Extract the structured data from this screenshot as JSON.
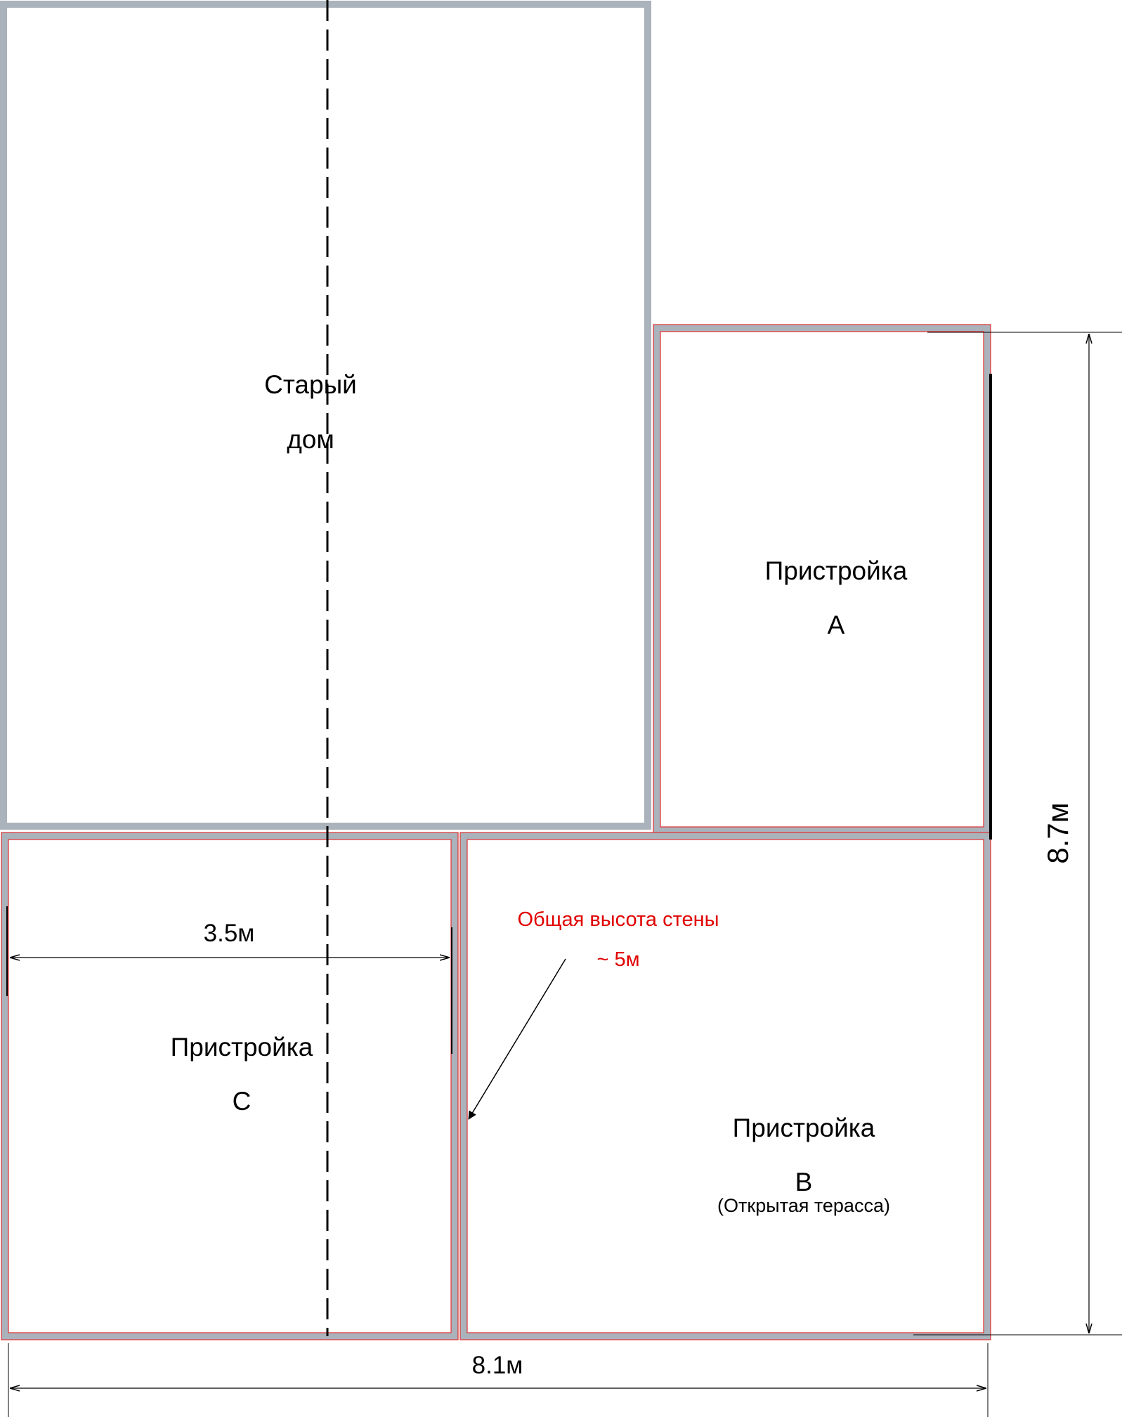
{
  "diagram": {
    "colors": {
      "outer_wall": "#aab2bb",
      "red_outline": "#e03030",
      "note_text": "#e00000",
      "line": "#000000",
      "background": "#ffffff"
    },
    "rooms": {
      "old_house": {
        "line1": "Старый",
        "line2": "дом"
      },
      "annex_a": {
        "line1": "Пристройка",
        "line2": "A"
      },
      "annex_b": {
        "line1": "Пристройка",
        "line2": "B",
        "sub": "(Открытая терасса)"
      },
      "annex_c": {
        "line1": "Пристройка",
        "line2": "C"
      }
    },
    "dimensions": {
      "width_c": "3.5м",
      "total_width": "8.1м",
      "total_height": "8.7м"
    },
    "note": {
      "line1": "Общая высота стены",
      "line2": "~ 5м"
    }
  }
}
